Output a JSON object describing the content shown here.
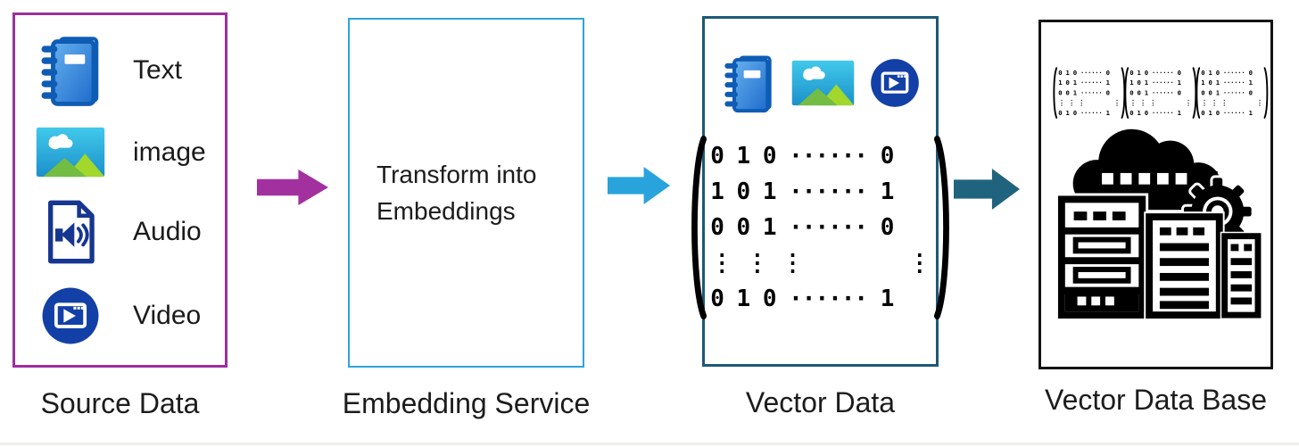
{
  "nodes": [
    {
      "id": "source-data",
      "label": "Source Data",
      "border_color": "#9E2F9E",
      "items": [
        {
          "icon": "notebook-icon",
          "label": "Text"
        },
        {
          "icon": "image-icon",
          "label": "image"
        },
        {
          "icon": "audio-document-icon",
          "label": "Audio"
        },
        {
          "icon": "video-player-icon",
          "label": "Video"
        }
      ]
    },
    {
      "id": "embedding-service",
      "label": "Embedding Service",
      "border_color": "#2FA3DC",
      "body_text": "Transform into Embeddings"
    },
    {
      "id": "vector-data",
      "label": "Vector Data",
      "border_color": "#1E5878",
      "icons": [
        "notebook-icon",
        "image-icon",
        "video-player-icon"
      ],
      "content": "binary-matrix"
    },
    {
      "id": "vector-data-base",
      "label": "Vector Data Base",
      "border_color": "#141414",
      "icons": [
        "binary-matrix",
        "binary-matrix",
        "binary-matrix",
        "cloud-database-servers-icon"
      ]
    }
  ],
  "arrows": [
    {
      "from": "source-data",
      "to": "embedding-service",
      "color": "#A2309F"
    },
    {
      "from": "embedding-service",
      "to": "vector-data",
      "color": "#29A3DC"
    },
    {
      "from": "vector-data",
      "to": "vector-data-base",
      "color": "#20637E"
    }
  ],
  "matrix": {
    "rows": [
      "0 1 0 ······ 0",
      "1 0 1 ······ 1",
      "0 0 1 ······ 0",
      "⋮ ⋮ ⋮        ⋮",
      "0 1 0 ······ 1"
    ]
  }
}
